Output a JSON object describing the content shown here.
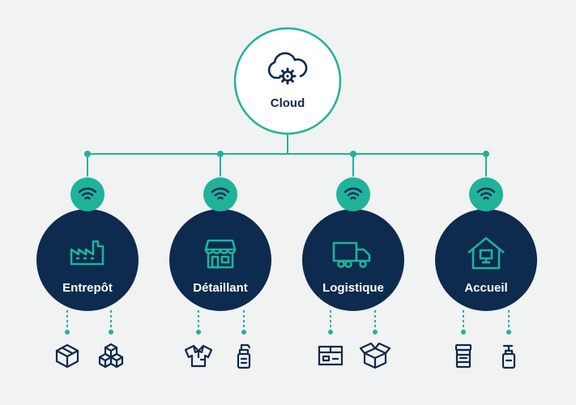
{
  "colors": {
    "background": "#f1f2f2",
    "navy": "#0d2a4f",
    "teal": "#1fb39a",
    "white": "#ffffff"
  },
  "cloud": {
    "label": "Cloud",
    "icon": "cloud-gear-icon"
  },
  "nodes": [
    {
      "label": "Entrepôt",
      "icon": "factory-icon",
      "devices": [
        "box-icon",
        "stacked-boxes-icon"
      ]
    },
    {
      "label": "Détaillant",
      "icon": "storefront-icon",
      "devices": [
        "polo-shirt-icon",
        "spray-bottle-icon"
      ]
    },
    {
      "label": "Logistique",
      "icon": "delivery-truck-icon",
      "devices": [
        "shipping-box-label-icon",
        "open-box-icon"
      ]
    },
    {
      "label": "Accueil",
      "icon": "house-computer-icon",
      "devices": [
        "medicine-jar-icon",
        "soap-dispenser-icon"
      ]
    }
  ],
  "connection_icon": "wifi-icon"
}
